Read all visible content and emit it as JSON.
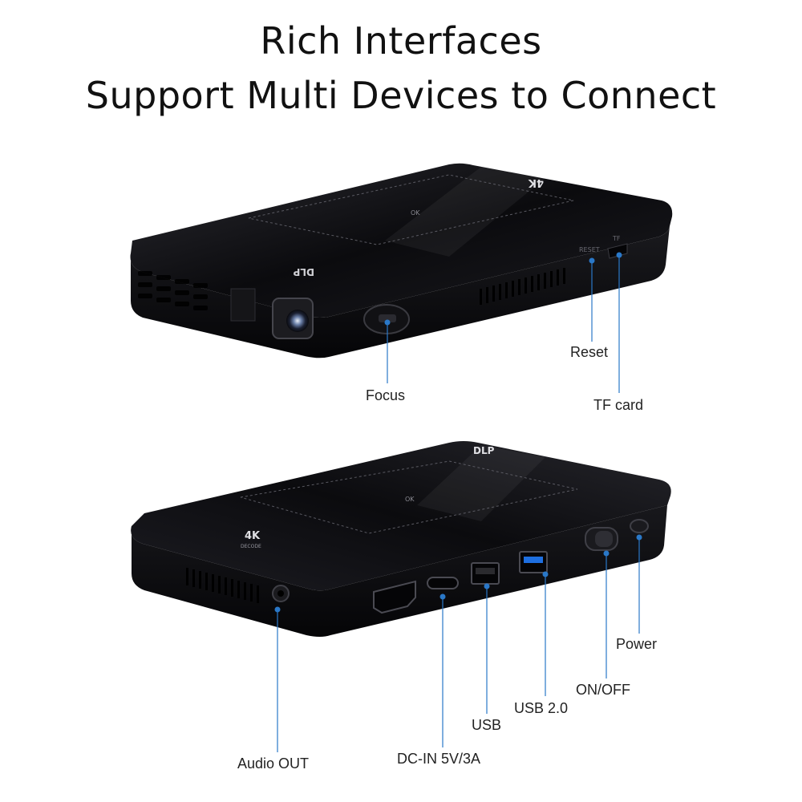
{
  "title": {
    "line1": "Rich Interfaces",
    "line2": "Support Multi Devices to Connect"
  },
  "top_device": {
    "labels": {
      "focus": "Focus",
      "reset": "Reset",
      "tf_card": "TF card"
    },
    "printed": {
      "reset_port": "RESET",
      "tf_port": "TF",
      "ok": "OK",
      "logo": "DLP",
      "badge": "4K"
    }
  },
  "bottom_device": {
    "labels": {
      "audio_out": "Audio OUT",
      "dc_in": "DC-IN 5V/3A",
      "usb": "USB",
      "usb2": "USB 2.0",
      "on_off": "ON/OFF",
      "power": "Power"
    },
    "printed": {
      "ok": "OK",
      "logo": "DLP",
      "badge": "4K",
      "badge_sub": "DECODE"
    }
  },
  "colors": {
    "callout": "#2a78c8",
    "body": "#0d0d0f",
    "usb_blue": "#1e6fe0"
  }
}
